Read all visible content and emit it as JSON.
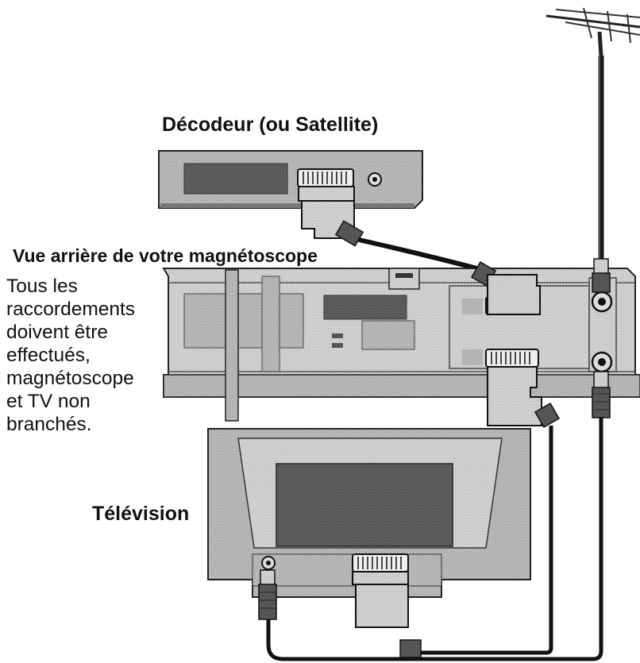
{
  "labels": {
    "decoder": "Décodeur (ou Satellite)",
    "rear_view": "Vue arrière de votre magnétoscope",
    "television": "Télévision"
  },
  "note_lines": [
    "Tous les",
    "raccordements",
    "doivent être",
    "effectués,",
    "magnétoscope",
    "et TV non",
    "branchés."
  ]
}
